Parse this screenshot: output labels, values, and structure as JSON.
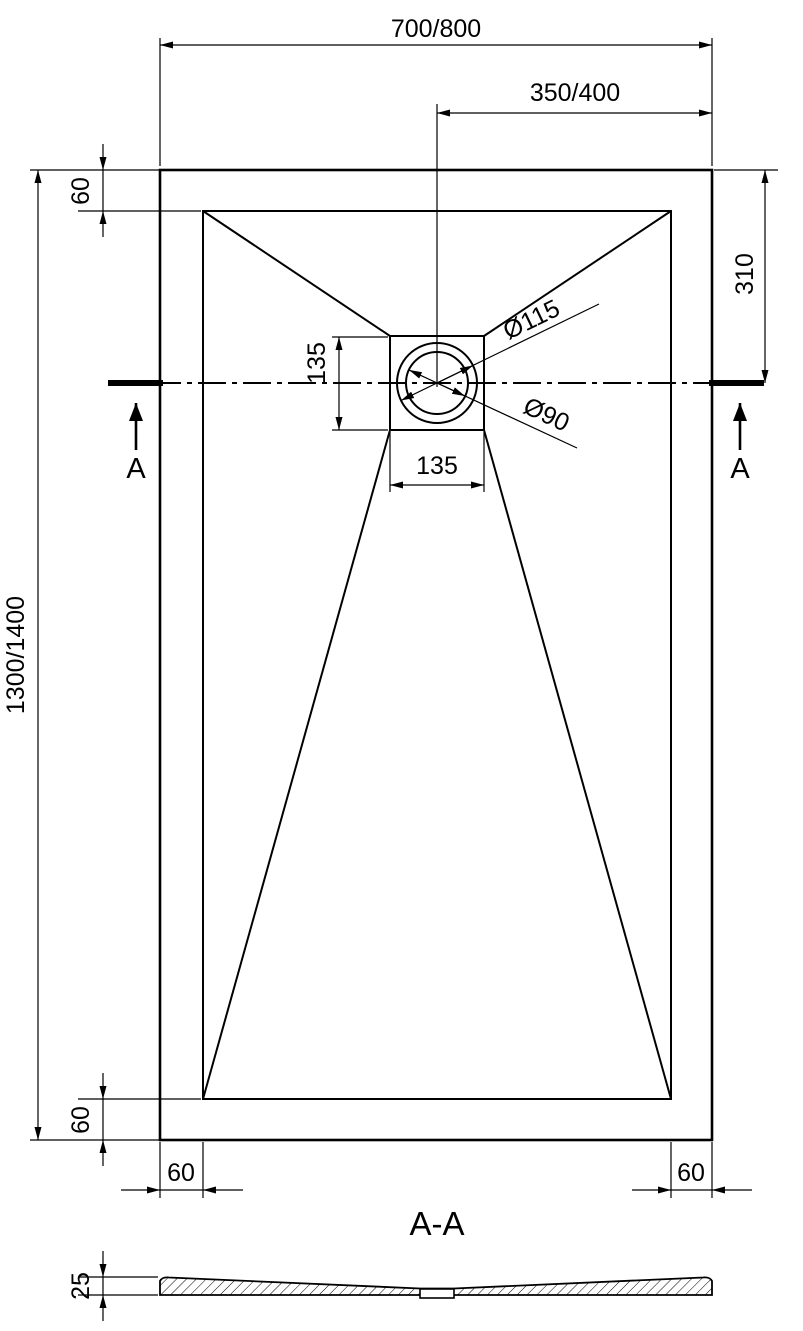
{
  "drawing": {
    "type": "shower-tray-technical-drawing",
    "view_top": "top view with drain",
    "labels": {
      "overall_width": "700/800",
      "center_to_edge": "350/400",
      "overall_length": "1300/1400",
      "rim_top": "60",
      "rim_bottom": "60",
      "rim_left": "60",
      "rim_right": "60",
      "drain_from_top": "310",
      "drain_box_height": "135",
      "drain_box_width": "135",
      "drain_outer_diameter": "Ø115",
      "drain_inner_diameter": "Ø90",
      "thickness": "25",
      "section_marker_left": "A",
      "section_marker_right": "A",
      "section_title": "A-A"
    },
    "colors": {
      "line": "#000000",
      "background": "#ffffff"
    }
  }
}
